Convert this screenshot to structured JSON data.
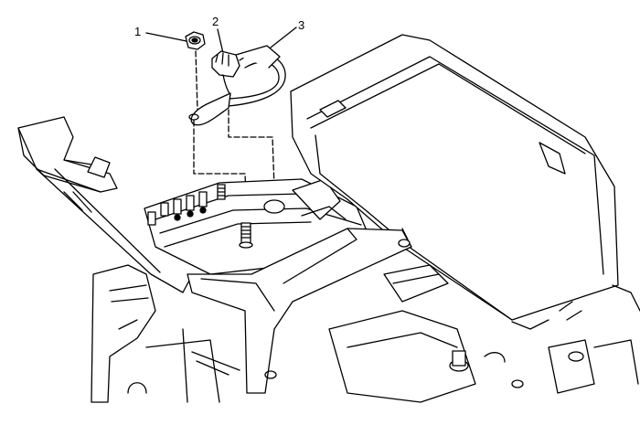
{
  "callouts": [
    {
      "id": "1",
      "label": "1",
      "part": "nut"
    },
    {
      "id": "2",
      "label": "2",
      "part": "terminal-cap"
    },
    {
      "id": "3",
      "label": "3",
      "part": "battery-cable"
    }
  ],
  "colors": {
    "line": "#000000",
    "background": "#ffffff"
  }
}
